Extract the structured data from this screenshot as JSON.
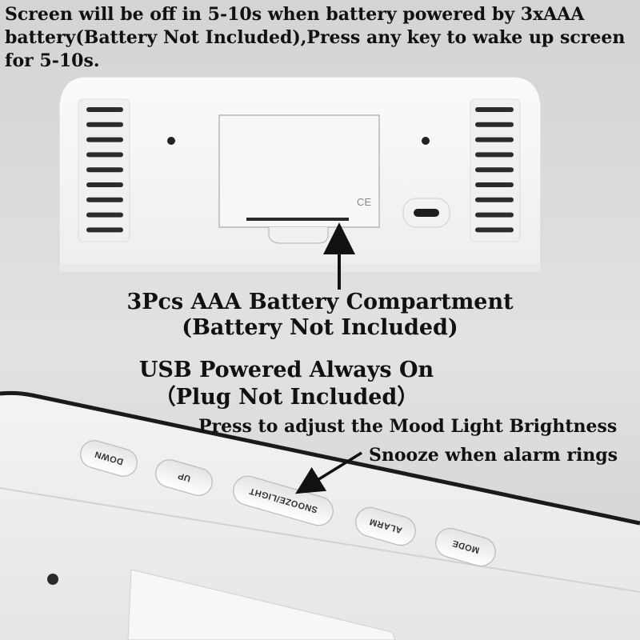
{
  "top_caption": {
    "line1": "Screen will be off in 5-10s when battery powered by 3xAAA",
    "line2": "battery(Battery Not Included),Press any key to wake up screen",
    "line3": "for 5-10s."
  },
  "battery_callout": {
    "line1": "3Pcs AAA Battery Compartment",
    "line2": "(Battery Not Included)"
  },
  "usb_callout": {
    "line1": "USB Powered Always On",
    "line2": "（Plug Not Included）"
  },
  "button_callout": {
    "line1": "Press to adjust the Mood Light Brightness",
    "line2": "Snooze when alarm rings"
  },
  "buttons": [
    {
      "label": "DOWN"
    },
    {
      "label": "UP"
    },
    {
      "label": "SNOOZE/LIGHT"
    },
    {
      "label": "ALARM"
    },
    {
      "label": "MODE"
    }
  ],
  "compartment_mark": "CE",
  "colors": {
    "device": "#f6f6f6",
    "background": "#d9d9d9",
    "text": "#111111"
  },
  "icons": [
    "usb-c-port-icon",
    "arrow-up-icon",
    "arrow-diagonal-icon"
  ]
}
